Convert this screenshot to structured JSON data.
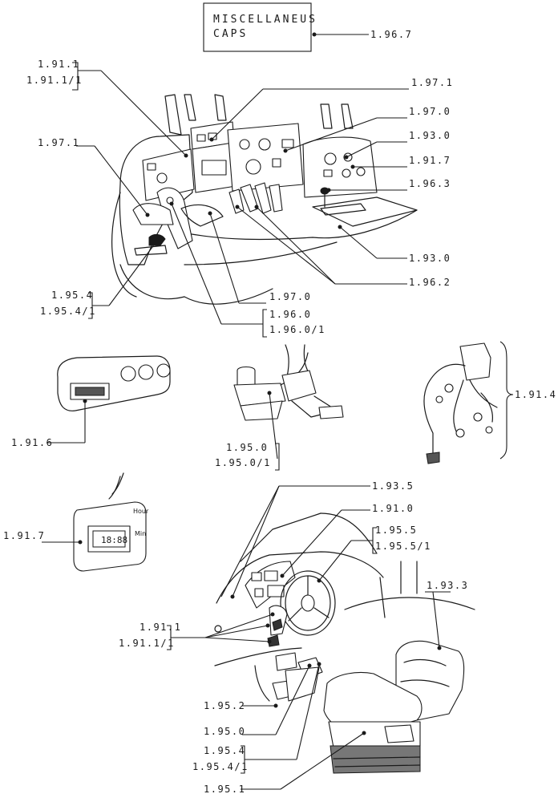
{
  "header_box": {
    "line1": "MISCELLANEUS",
    "line2": "CAPS",
    "ref": "1.96.7"
  },
  "labels": {
    "l_1911_top": "1.91.1",
    "l_19111_top": "1.91.1/1",
    "l_1971_top": "1.97.1",
    "l_1971_left": "1.97.1",
    "l_1970_top": "1.97.0",
    "l_1930_a": "1.93.0",
    "l_1917_a": "1.91.7",
    "l_1963": "1.96.3",
    "l_1930_b": "1.93.0",
    "l_1962": "1.96.2",
    "l_1954": "1.95.4",
    "l_19541": "1.95.4/1",
    "l_1970_b": "1.97.0",
    "l_1960": "1.96.0",
    "l_19601": "1.96.0/1",
    "l_1914": "1.91.4",
    "l_1916": "1.91.6",
    "l_1950": "1.95.0",
    "l_19501": "1.95.0/1",
    "l_1935": "1.93.5",
    "l_1910": "1.91.0",
    "l_1955": "1.95.5",
    "l_19551": "1.95.5/1",
    "l_1917_b": "1.91.7",
    "l_1933": "1.93.3",
    "l_1911_b": "1.91.1",
    "l_19111_b": "1.91.1/1",
    "l_1952": "1.95.2",
    "l_1950_b": "1.95.0",
    "l_1954_b": "1.95.4",
    "l_19541_b": "1.95.4/1",
    "l_1951": "1.95.1"
  },
  "display": {
    "digits": "18:88",
    "hour": "Hour",
    "min": "Min"
  }
}
